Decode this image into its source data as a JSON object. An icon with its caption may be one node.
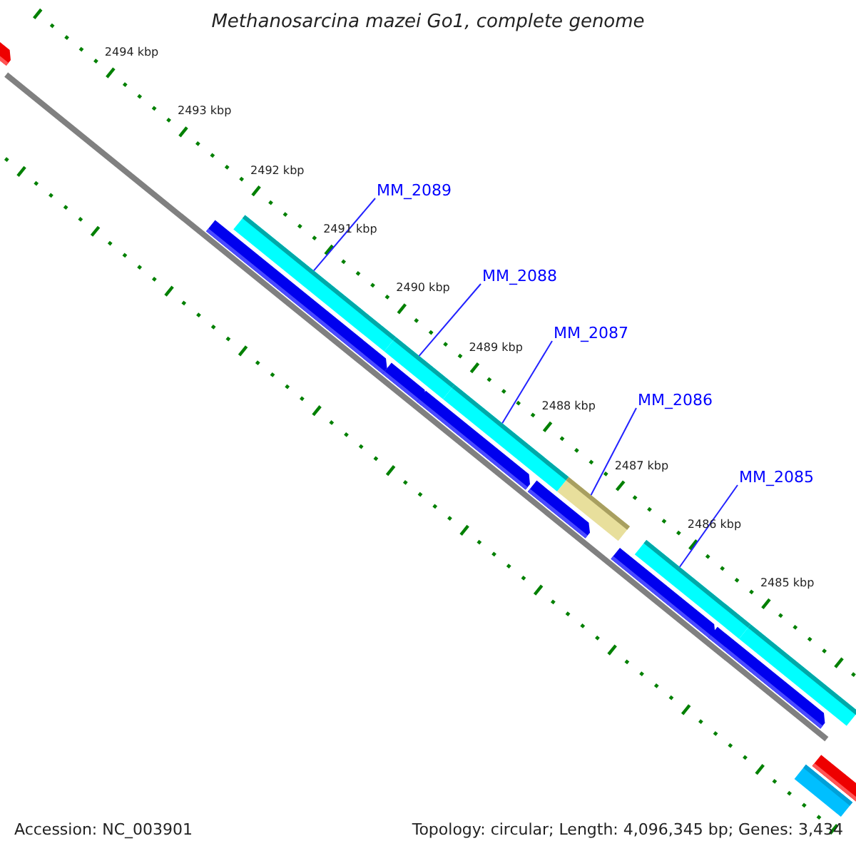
{
  "diagram": {
    "title": "Methanosarcina mazei Go1, complete genome",
    "nodes": [
      {
        "text": [
          "MM_2089"
        ]
      },
      {
        "text": [
          "MM_2088"
        ]
      },
      {
        "text": [
          "MM_2087"
        ]
      },
      {
        "text": [
          "MM_2086"
        ]
      },
      {
        "text": [
          "MM_2085"
        ]
      },
      {
        "text": [],
        "shape": "bar"
      },
      {
        "text": [],
        "shape": "bar"
      },
      {
        "text": [],
        "shape": "bar"
      },
      {
        "text": [],
        "shape": "bar"
      },
      {
        "text": [],
        "shape": "bar"
      },
      {
        "text": [],
        "shape": "bar"
      },
      {
        "text": [],
        "shape": "arrow"
      },
      {
        "text": [],
        "shape": "arrow"
      },
      {
        "text": [],
        "shape": "arrow"
      },
      {
        "text": [],
        "shape": "arrow"
      },
      {
        "text": [],
        "shape": "arrow"
      },
      {
        "text": [],
        "shape": "arrow"
      },
      {
        "text": [],
        "shape": "arrow"
      },
      {
        "text": [],
        "shape": "bar"
      },
      {
        "text": [],
        "shape": "arrow"
      }
    ],
    "edges": [
      {
        "from": 0,
        "to": 5,
        "arrow": "none"
      },
      {
        "from": 1,
        "to": 6,
        "arrow": "none"
      },
      {
        "from": 2,
        "to": 7,
        "arrow": "none"
      },
      {
        "from": 3,
        "to": 8,
        "arrow": "none"
      },
      {
        "from": 4,
        "to": 9,
        "arrow": "none"
      }
    ],
    "labels": [
      "2494 kbp",
      "2493 kbp",
      "2492 kbp",
      "2491 kbp",
      "2490 kbp",
      "2489 kbp",
      "2488 kbp",
      "2487 kbp",
      "2486 kbp",
      "2485 kbp",
      "Accession: NC_003901",
      "Topology: circular; Length: 4,096,345 bp; Genes: 3,434"
    ]
  }
}
